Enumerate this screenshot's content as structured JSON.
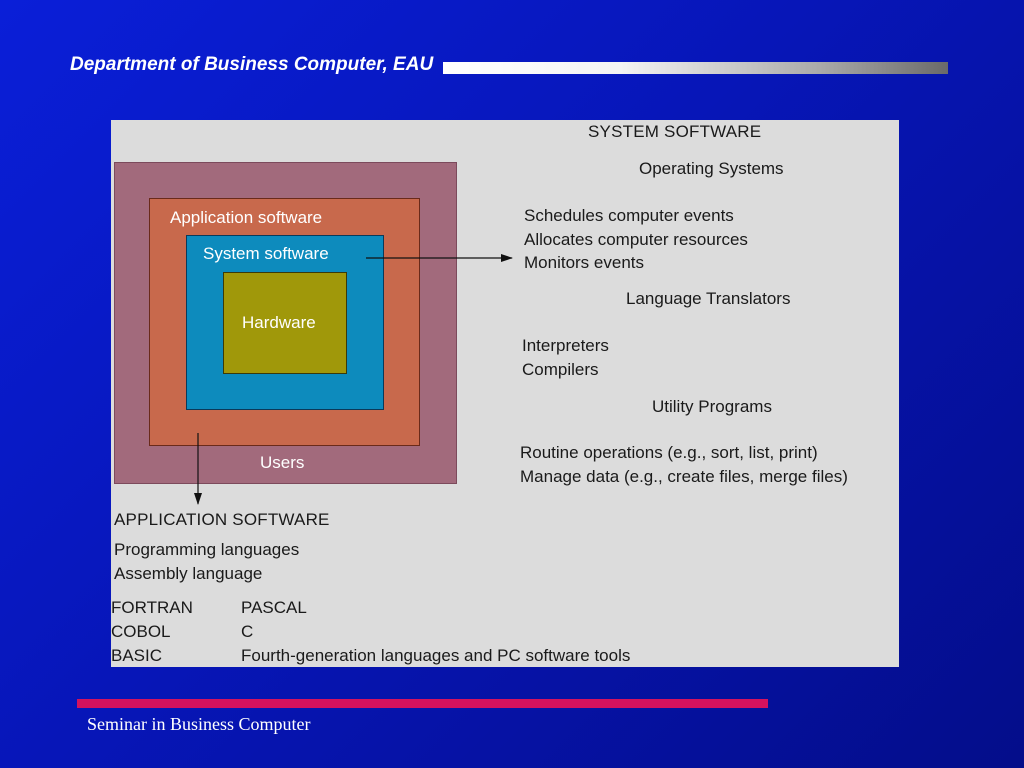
{
  "header": {
    "title": "Department of Business Computer, EAU"
  },
  "diagram": {
    "boxes": {
      "users": "Users",
      "application": "Application software",
      "system": "System software",
      "hardware": "Hardware"
    },
    "system_software": {
      "heading": "SYSTEM SOFTWARE",
      "operating_systems": {
        "heading": "Operating Systems",
        "items": [
          "Schedules computer events",
          "Allocates computer resources",
          "Monitors events"
        ]
      },
      "language_translators": {
        "heading": "Language Translators",
        "items": [
          "Interpreters",
          "Compilers"
        ]
      },
      "utility_programs": {
        "heading": "Utility Programs",
        "items": [
          "Routine operations (e.g., sort, list, print)",
          "Manage data (e.g., create files, merge files)"
        ]
      }
    },
    "application_software": {
      "heading": "APPLICATION SOFTWARE",
      "items": [
        "Programming languages",
        "Assembly language"
      ],
      "languages_col1": [
        "FORTRAN",
        "COBOL",
        "BASIC"
      ],
      "languages_col2": [
        "PASCAL",
        "C",
        "Fourth-generation languages and PC software tools"
      ]
    }
  },
  "footer": {
    "text": "Seminar in Business Computer"
  },
  "colors": {
    "background": "#0716b8",
    "panel": "#dcdcdc",
    "users_box": "#a26a7c",
    "application_box": "#c8694c",
    "system_box": "#0d8bbd",
    "hardware_box": "#a0980a",
    "footer_bar": "#d4125e"
  }
}
